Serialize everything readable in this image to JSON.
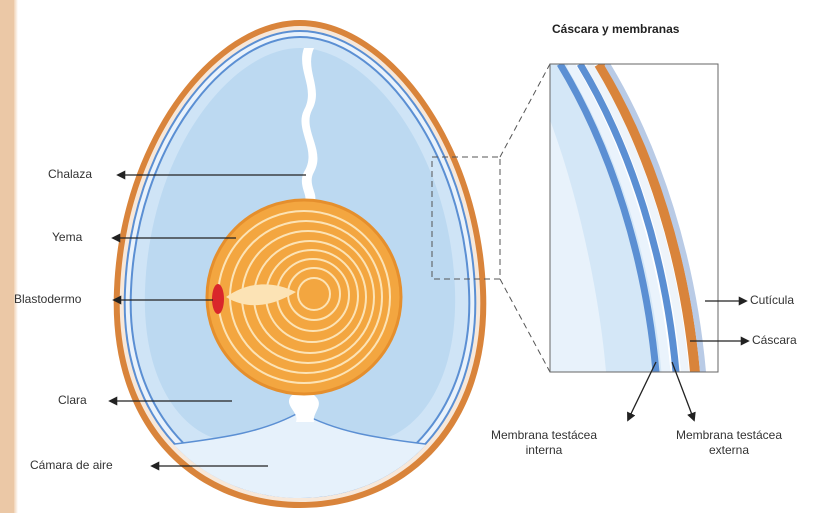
{
  "title": "Cáscara y membranas",
  "labels": {
    "chalaza": "Chalaza",
    "yema": "Yema",
    "blastodermo": "Blastodermo",
    "clara": "Clara",
    "camara_aire": "Cámara de aire",
    "cuticula": "Cutícula",
    "cascara": "Cáscara",
    "membrana_interna_1": "Membrana testácea",
    "membrana_interna_2": "interna",
    "membrana_externa_1": "Membrana testácea",
    "membrana_externa_2": "externa"
  },
  "colors": {
    "shell": "#d9843b",
    "membrane": "#5b8fd3",
    "albumen": "#cfe4f6",
    "yolk": "#f3a640",
    "yolk_rings": "#fce3b5",
    "blastoderm": "#d9262b",
    "arrow": "#222222"
  }
}
